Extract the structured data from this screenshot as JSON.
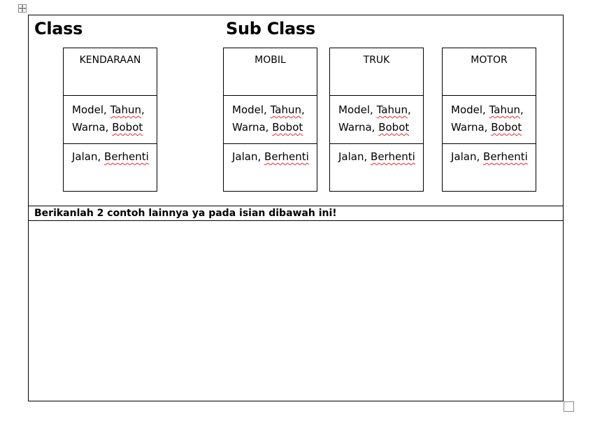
{
  "headings": {
    "class": "Class",
    "subclass": "Sub Class"
  },
  "instruction": "Berikanlah 2 contoh lainnya ya pada isian dibawah ini!",
  "boxes": [
    {
      "name": "KENDARAAN",
      "attr": {
        "model": "Model, ",
        "tahun": "Tahun",
        "c1": ",",
        "warna": "Warna, ",
        "bobot": "Bobot"
      },
      "method": {
        "jalan": "Jalan, ",
        "berhenti": "Berhenti"
      }
    },
    {
      "name": "MOBIL",
      "attr": {
        "model": "Model, ",
        "tahun": "Tahun",
        "c1": ",",
        "warna": "Warna, ",
        "bobot": "Bobot"
      },
      "method": {
        "jalan": "Jalan, ",
        "berhenti": "Berhenti"
      }
    },
    {
      "name": "TRUK",
      "attr": {
        "model": "Model, ",
        "tahun": "Tahun",
        "c1": ",",
        "warna": "Warna, ",
        "bobot": "Bobot"
      },
      "method": {
        "jalan": "Jalan, ",
        "berhenti": "Berhenti"
      }
    },
    {
      "name": "MOTOR",
      "attr": {
        "model": "Model, ",
        "tahun": "Tahun",
        "c1": ",",
        "warna": "Warna, ",
        "bobot": "Bobot"
      },
      "method": {
        "jalan": "Jalan, ",
        "berhenti": "Berhenti"
      }
    }
  ],
  "colors": {
    "spellcheck": "#e03030",
    "border": "#000000",
    "handle": "#8a8a8a"
  },
  "icons": {
    "move": "move-arrows-icon",
    "resize": "resize-square-icon"
  }
}
